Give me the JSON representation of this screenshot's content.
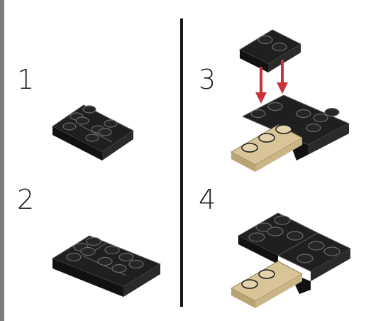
{
  "steps": [
    {
      "number": "1"
    },
    {
      "number": "2"
    },
    {
      "number": "3"
    },
    {
      "number": "4"
    }
  ],
  "colors": {
    "brick_black": "#1f1f1f",
    "brick_edge": "#6a6a6a",
    "brick_tan": "#d8c497",
    "arrow_red": "#c8323a",
    "divider": "#1a1a1a",
    "border": "#7c7c7c"
  }
}
